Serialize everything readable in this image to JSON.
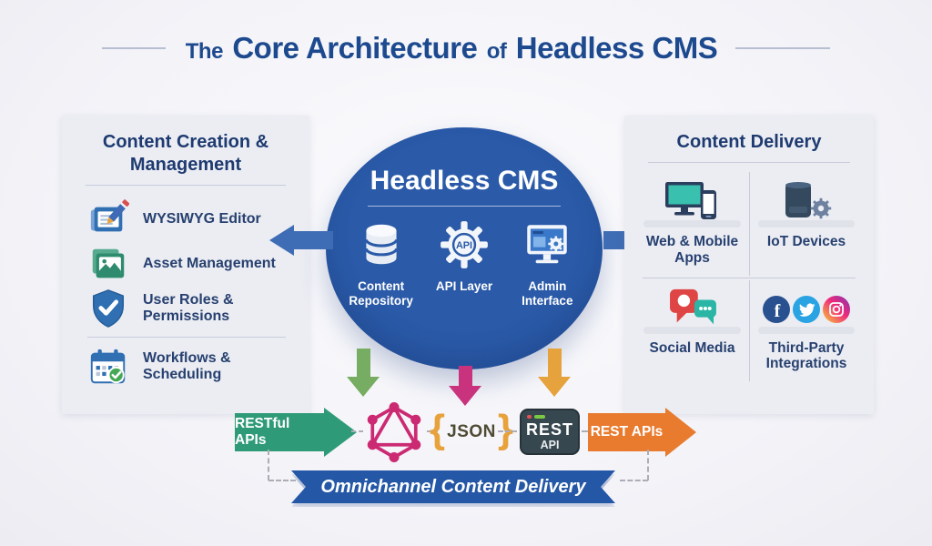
{
  "title": {
    "prefix": "The",
    "main": "Core Architecture",
    "connector": "of",
    "suffix": "Headless CMS"
  },
  "left_panel": {
    "title": "Content Creation & Management",
    "items": [
      {
        "label": "WYSIWYG Editor",
        "icon": "wysiwyg-editor-icon"
      },
      {
        "label": "Asset Management",
        "icon": "asset-management-icon"
      },
      {
        "label": "User Roles & Permissions",
        "icon": "user-roles-shield-icon"
      },
      {
        "label": "Workflows & Scheduling",
        "icon": "workflows-calendar-icon"
      }
    ]
  },
  "center": {
    "title": "Headless CMS",
    "modules": [
      {
        "label": "Content Repository",
        "icon": "database-icon"
      },
      {
        "label": "API Layer",
        "icon": "api-gear-icon",
        "badge": "API"
      },
      {
        "label": "Admin Interface",
        "icon": "admin-monitor-icon"
      }
    ]
  },
  "right_panel": {
    "title": "Content Delivery",
    "items": [
      {
        "label": "Web & Mobile Apps",
        "icon": "web-mobile-icon"
      },
      {
        "label": "IoT Devices",
        "icon": "iot-speaker-icon"
      },
      {
        "label": "Social Media",
        "icon": "social-chat-icon"
      },
      {
        "label": "Third-Party Integrations",
        "icon": "facebook-twitter-instagram-icons"
      }
    ]
  },
  "flow": {
    "left_arrow_label": "RESTful APIs",
    "graphql_icon": "graphql-icon",
    "json_open_brace": "{",
    "json_word": "JSON",
    "json_close_brace": "}",
    "rest_box": {
      "line1": "REST",
      "line2": "API"
    },
    "right_arrow_label": "REST APIs"
  },
  "banner": {
    "label": "Omnichannel Content Delivery"
  },
  "colors": {
    "title_blue": "#1d4a8f",
    "panel_bg": "#ebedf3",
    "circle_blue": "#2a5aa8",
    "side_arrow_blue": "#3f6db5",
    "green_arrow": "#2f9a77",
    "orange_arrow": "#e87b2e",
    "graphql_pink": "#cb2a73",
    "json_orange": "#e8a23c",
    "rest_box_slate": "#37474f",
    "ribbon_blue": "#2457a6",
    "down_arrow_green": "#76ad62",
    "down_arrow_pink": "#c9337e",
    "down_arrow_orange": "#e5a23d"
  }
}
